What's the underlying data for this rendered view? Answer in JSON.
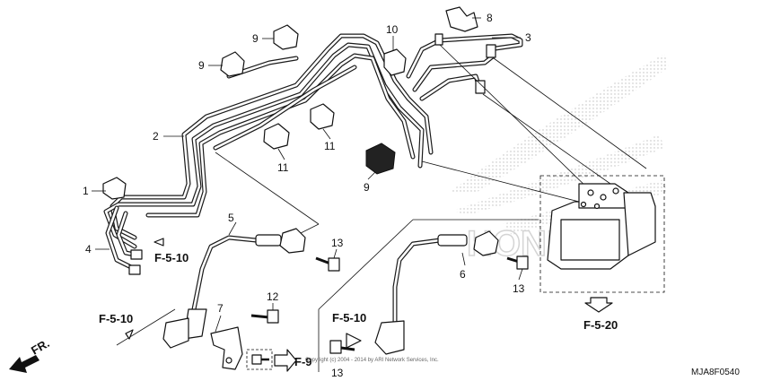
{
  "callouts": {
    "c1": "1",
    "c2": "2",
    "c3": "3",
    "c4": "4",
    "c5": "5",
    "c6": "6",
    "c7": "7",
    "c8": "8",
    "c9a": "9",
    "c9b": "9",
    "c9c": "9",
    "c10": "10",
    "c11a": "11",
    "c11b": "11",
    "c12": "12",
    "c13a": "13",
    "c13b": "13",
    "c13c": "13"
  },
  "references": {
    "f510_left": "F-5-10",
    "f510_lower": "F-5-10",
    "f510_right": "F-5-10",
    "f520": "F-5-20",
    "f9": "F-9"
  },
  "front_label": "FR.",
  "copyright": "Copyright (c) 2004 - 2014 by ARI Network Services, Inc.",
  "diagram_code": "MJA8F0540",
  "colors": {
    "ink": "#111111",
    "background": "#ffffff",
    "watermark": "#cccccc"
  }
}
